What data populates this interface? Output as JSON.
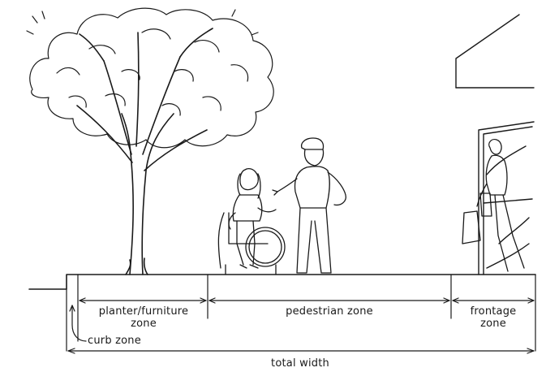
{
  "labels": {
    "planter_line1": "planter/furniture",
    "planter_line2": "zone",
    "pedestrian": "pedestrian zone",
    "frontage_line1": "frontage",
    "frontage_line2": "zone",
    "curb": "curb zone",
    "total": "total width"
  },
  "colors": {
    "ink": "#1a1a1a",
    "background": "#ffffff"
  }
}
